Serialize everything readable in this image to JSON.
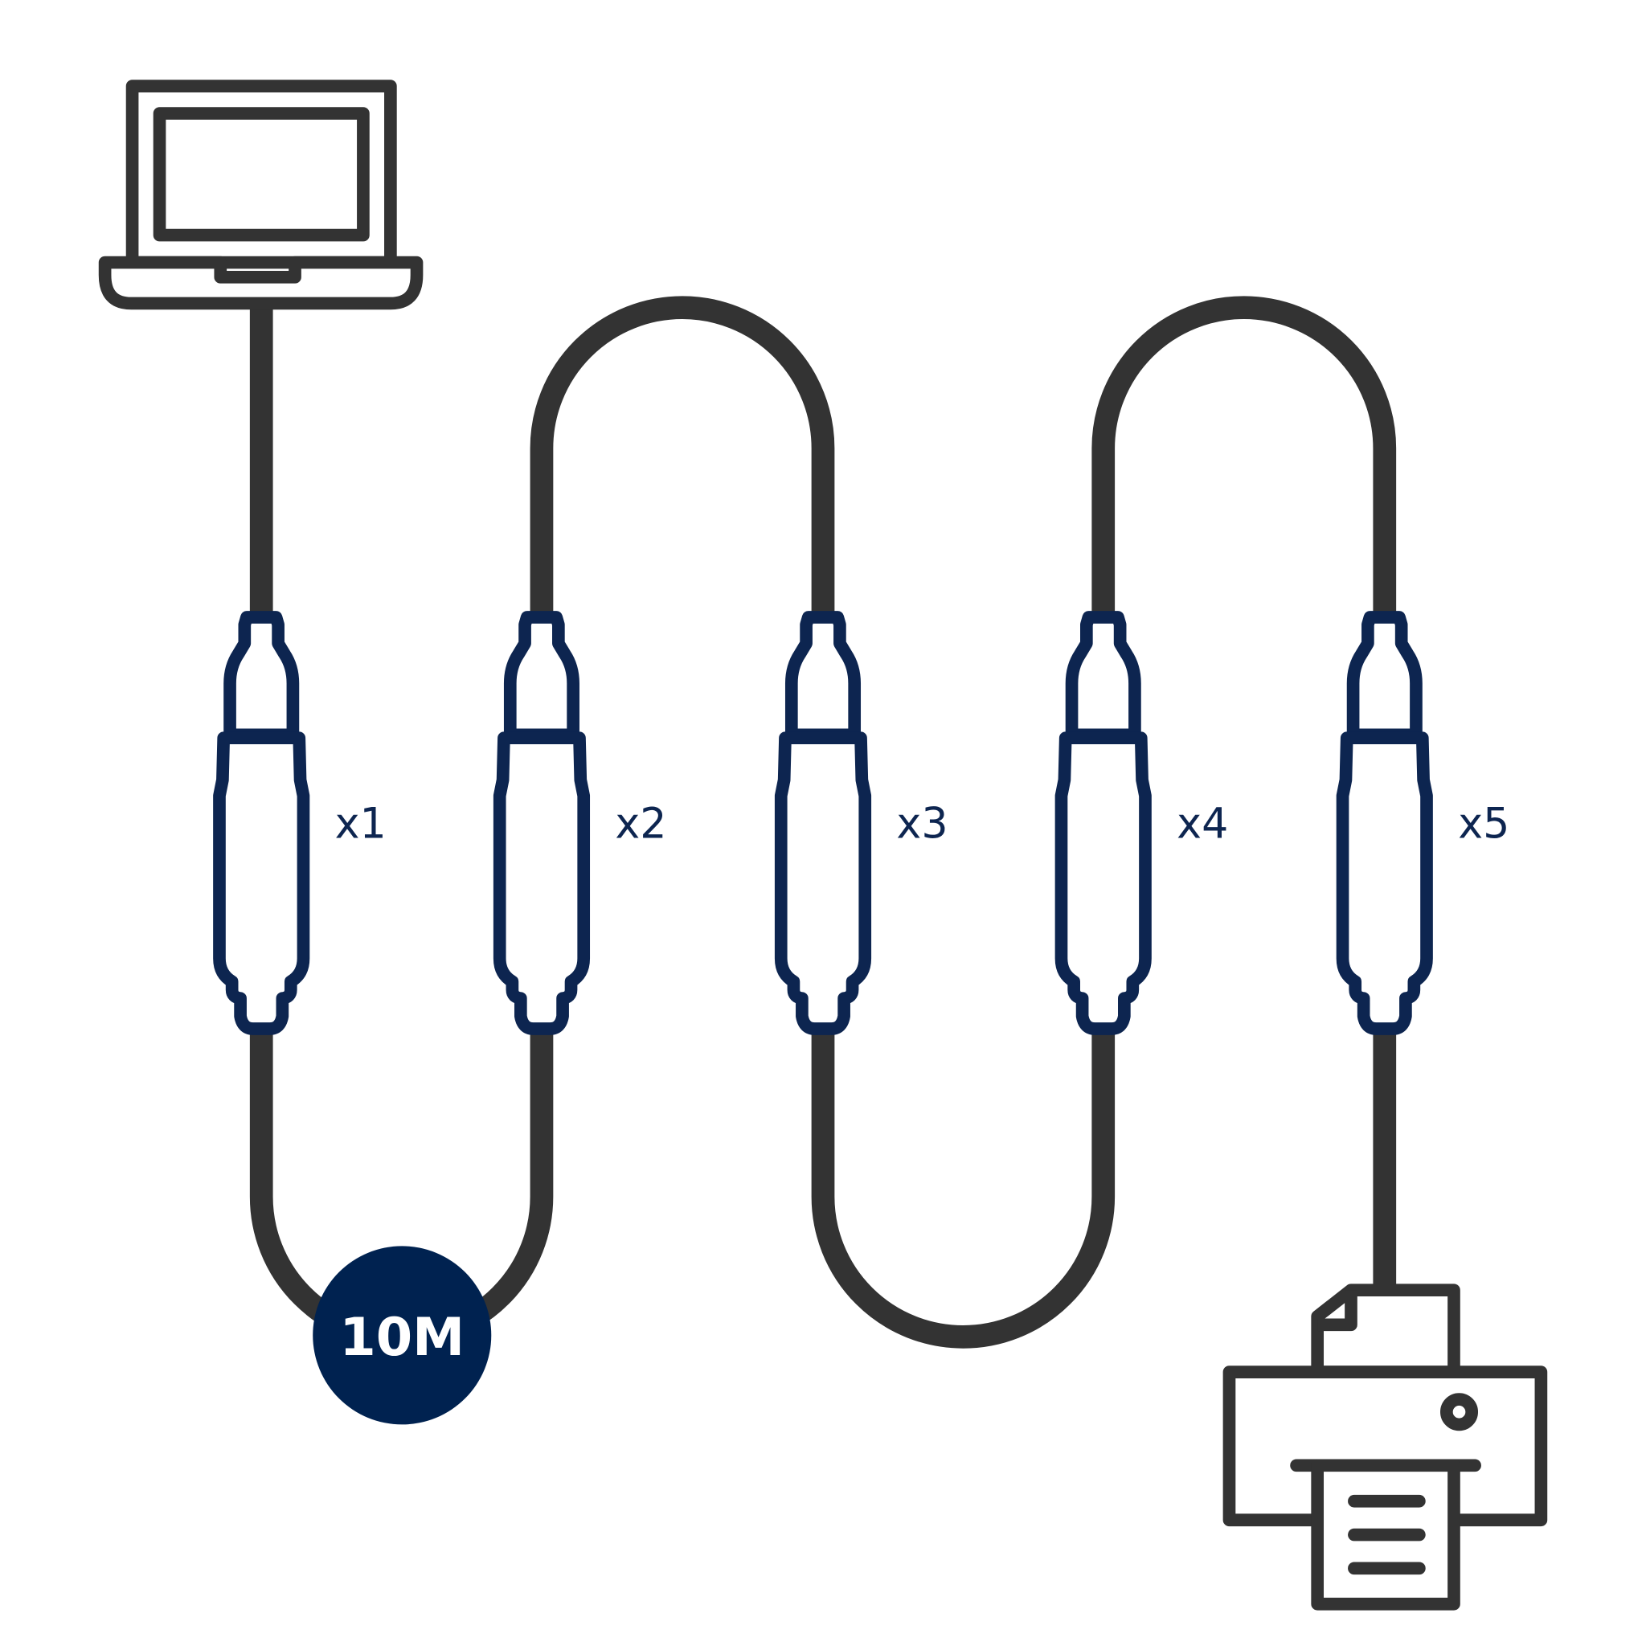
{
  "colors": {
    "cable": "#333333",
    "connector": "#0d2550",
    "badge": "#002250",
    "background": "#ffffff"
  },
  "devices": {
    "source": "laptop-icon",
    "target": "printer-icon"
  },
  "connectors": [
    {
      "label": "x1"
    },
    {
      "label": "x2"
    },
    {
      "label": "x3"
    },
    {
      "label": "x4"
    },
    {
      "label": "x5"
    }
  ],
  "badge": {
    "text": "10M"
  }
}
